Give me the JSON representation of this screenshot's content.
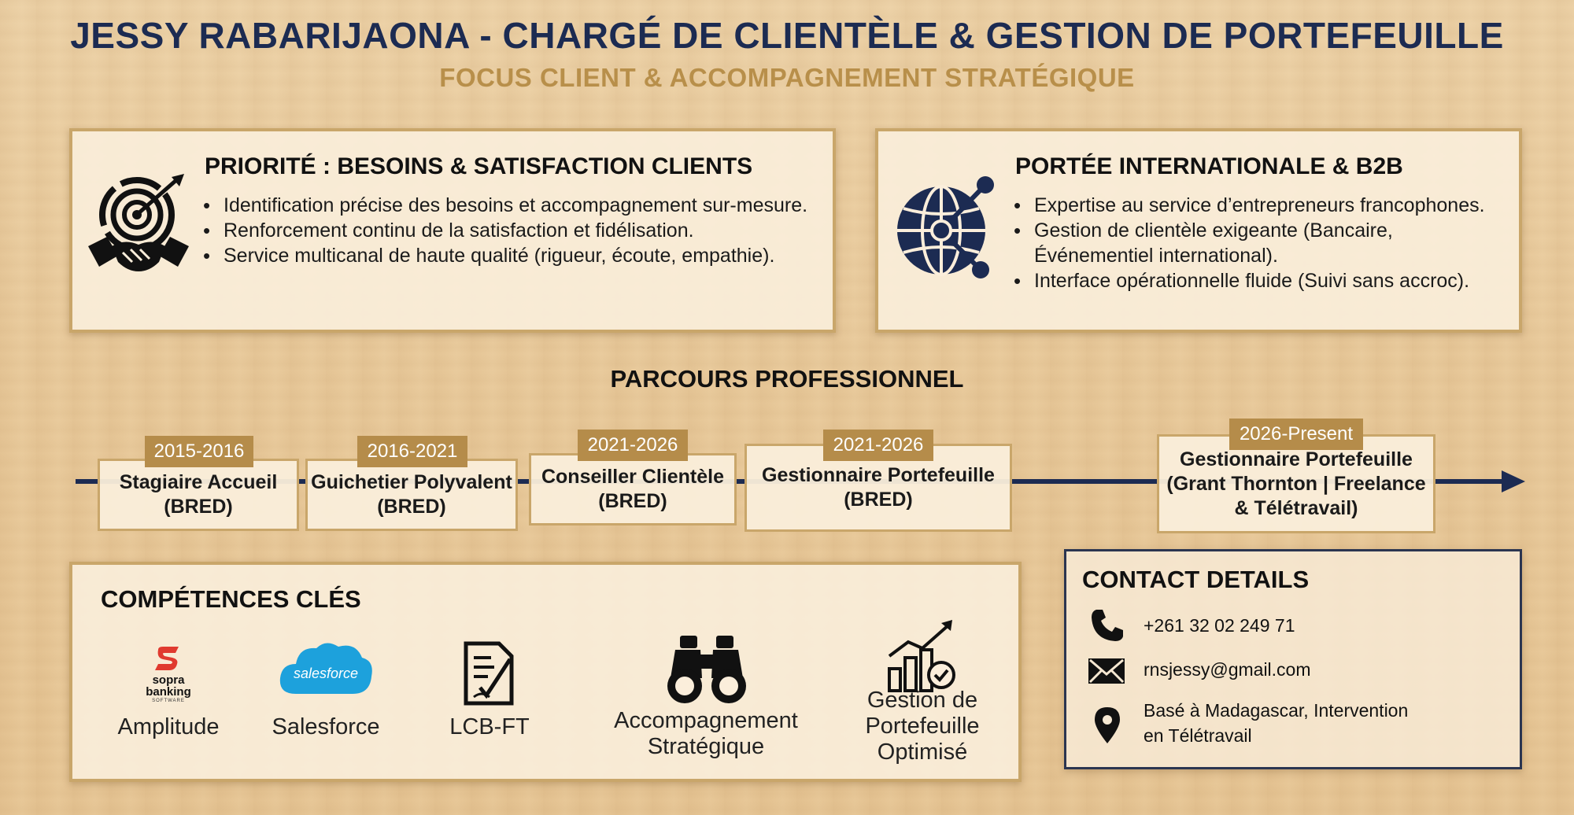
{
  "header": {
    "title": "JESSY RABARIJAONA - CHARGÉ DE CLIENTÈLE & GESTION DE PORTEFEUILLE",
    "subtitle": "FOCUS CLIENT & ACCOMPAGNEMENT STRATÉGIQUE"
  },
  "priorities": {
    "heading": "PRIORITÉ : BESOINS & SATISFACTION CLIENTS",
    "bullets": [
      "Identification précise des besoins et accompagnement sur-mesure.",
      "Renforcement continu de la satisfaction et fidélisation.",
      "Service multicanal de haute qualité (rigueur, écoute, empathie)."
    ],
    "icon": "target-handshake-icon"
  },
  "international": {
    "heading": "PORTÉE INTERNATIONALE & B2B",
    "bullets": [
      "Expertise au service d’entrepreneurs francophones.",
      "Gestion de clientèle exigeante (Bancaire, Événementiel international).",
      "Interface opérationnelle fluide (Suivi sans accroc)."
    ],
    "icon": "globe-network-icon"
  },
  "timeline": {
    "heading": "PARCOURS PROFESSIONNEL",
    "items": [
      {
        "date": "2015-2016",
        "role": "Stagiaire Accueil\n(BRED)"
      },
      {
        "date": "2016-2021",
        "role": "Guichetier Polyvalent\n(BRED)"
      },
      {
        "date": "2021-2026",
        "role": "Conseiller Clientèle\n(BRED)"
      },
      {
        "date": "2021-2026",
        "role": "Gestionnaire Portefeuille\n(BRED)"
      },
      {
        "date": "2026-Present",
        "role": "Gestionnaire Portefeuille\n(Grant Thornton | Freelance\n& Télétravail)"
      }
    ]
  },
  "skills": {
    "heading": "COMPÉTENCES CLÉS",
    "logo_sopra": {
      "line1": "sopra",
      "line2": "banking",
      "line3": "SOFTWARE"
    },
    "logo_salesforce": "salesforce",
    "items": [
      {
        "label": "Amplitude",
        "icon": "sopra-banking-logo-icon"
      },
      {
        "label": "Salesforce",
        "icon": "salesforce-cloud-icon"
      },
      {
        "label": "LCB-FT",
        "icon": "checklist-document-icon"
      },
      {
        "label": "Accompagnement\nStratégique",
        "icon": "binoculars-icon"
      },
      {
        "label": "Gestion de\nPortefeuille\nOptimisé",
        "icon": "growth-chart-icon"
      }
    ]
  },
  "contact": {
    "heading": "CONTACT DETAILS",
    "phone": "+261 32 02 249 71",
    "email": "rnsjessy@gmail.com",
    "location": "Basé à Madagascar, Intervention\nen Télétravail"
  },
  "colors": {
    "navy": "#1c2b52",
    "gold": "#b88f4a",
    "panel_border": "#c9a66a"
  }
}
